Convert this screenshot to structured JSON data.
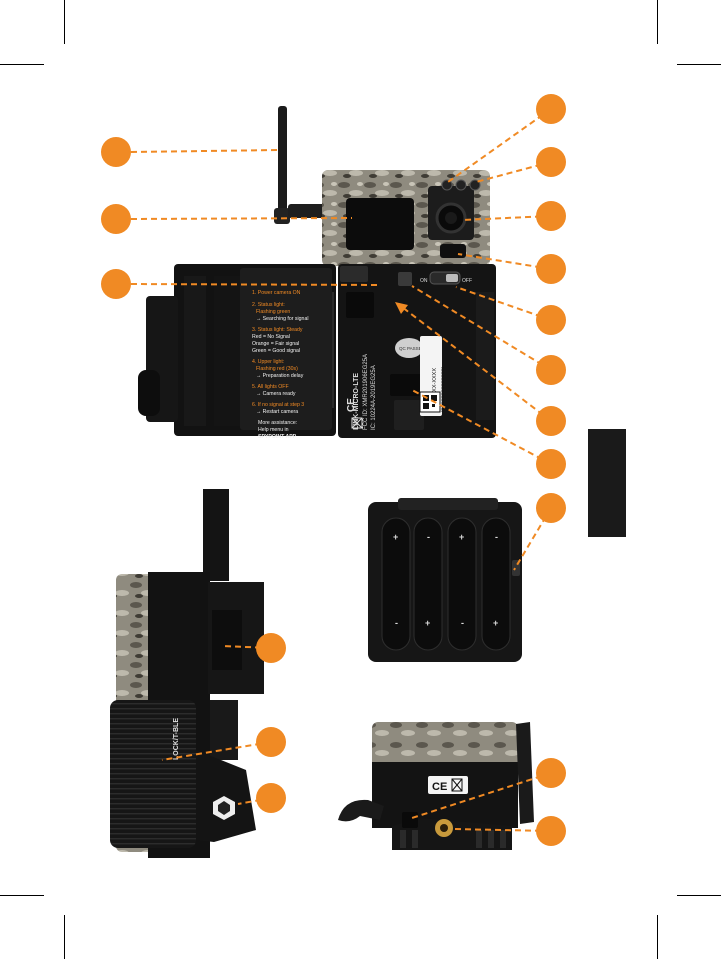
{
  "colors": {
    "accent": "#f08a24",
    "camera_body": "#111111",
    "camo_light": "#9a968a",
    "camo_dark": "#4e4b44",
    "label_text": "#f1f1f1",
    "highlight_text": "#f08a24"
  },
  "door_label": {
    "line1": "1. Power camera ON",
    "line2a": "2. Status light:",
    "line2b": "Flashing green",
    "line2c": "→ Searching for signal",
    "line3a": "3. Status light: Steady",
    "line3b": "Red = No Signal",
    "line3c": "Orange = Fair signal",
    "line3d": "Green = Good signal",
    "line4a": "4. Upper light:",
    "line4b": "Flashing red (30s)",
    "line4c": "→ Preparation delay",
    "line5a": "5. All lights OFF",
    "line5b": "→ Camera ready",
    "line6a": "6. If no signal at step 3",
    "line6b": "→ Restart camera",
    "help1": "More assistance:",
    "help2": "Help menu in",
    "help3": "SPYPOINT APP"
  },
  "device": {
    "model": "LINK-MICRO-LTE",
    "fcc": "FCC ID: XMR201906EG25A",
    "ic": "IC: 10224A-2019EG25A",
    "ce": "CE",
    "serial": "XXXX-XXX-XXXX",
    "imei": "XXXXXXXXXXXXXXX",
    "stamp": "QC PASSED",
    "switch_on": "ON",
    "switch_off": "OFF",
    "battery_plus": "+",
    "battery_minus": "-"
  },
  "side_view": {
    "lock_text": "LOCK/T-BLE"
  }
}
